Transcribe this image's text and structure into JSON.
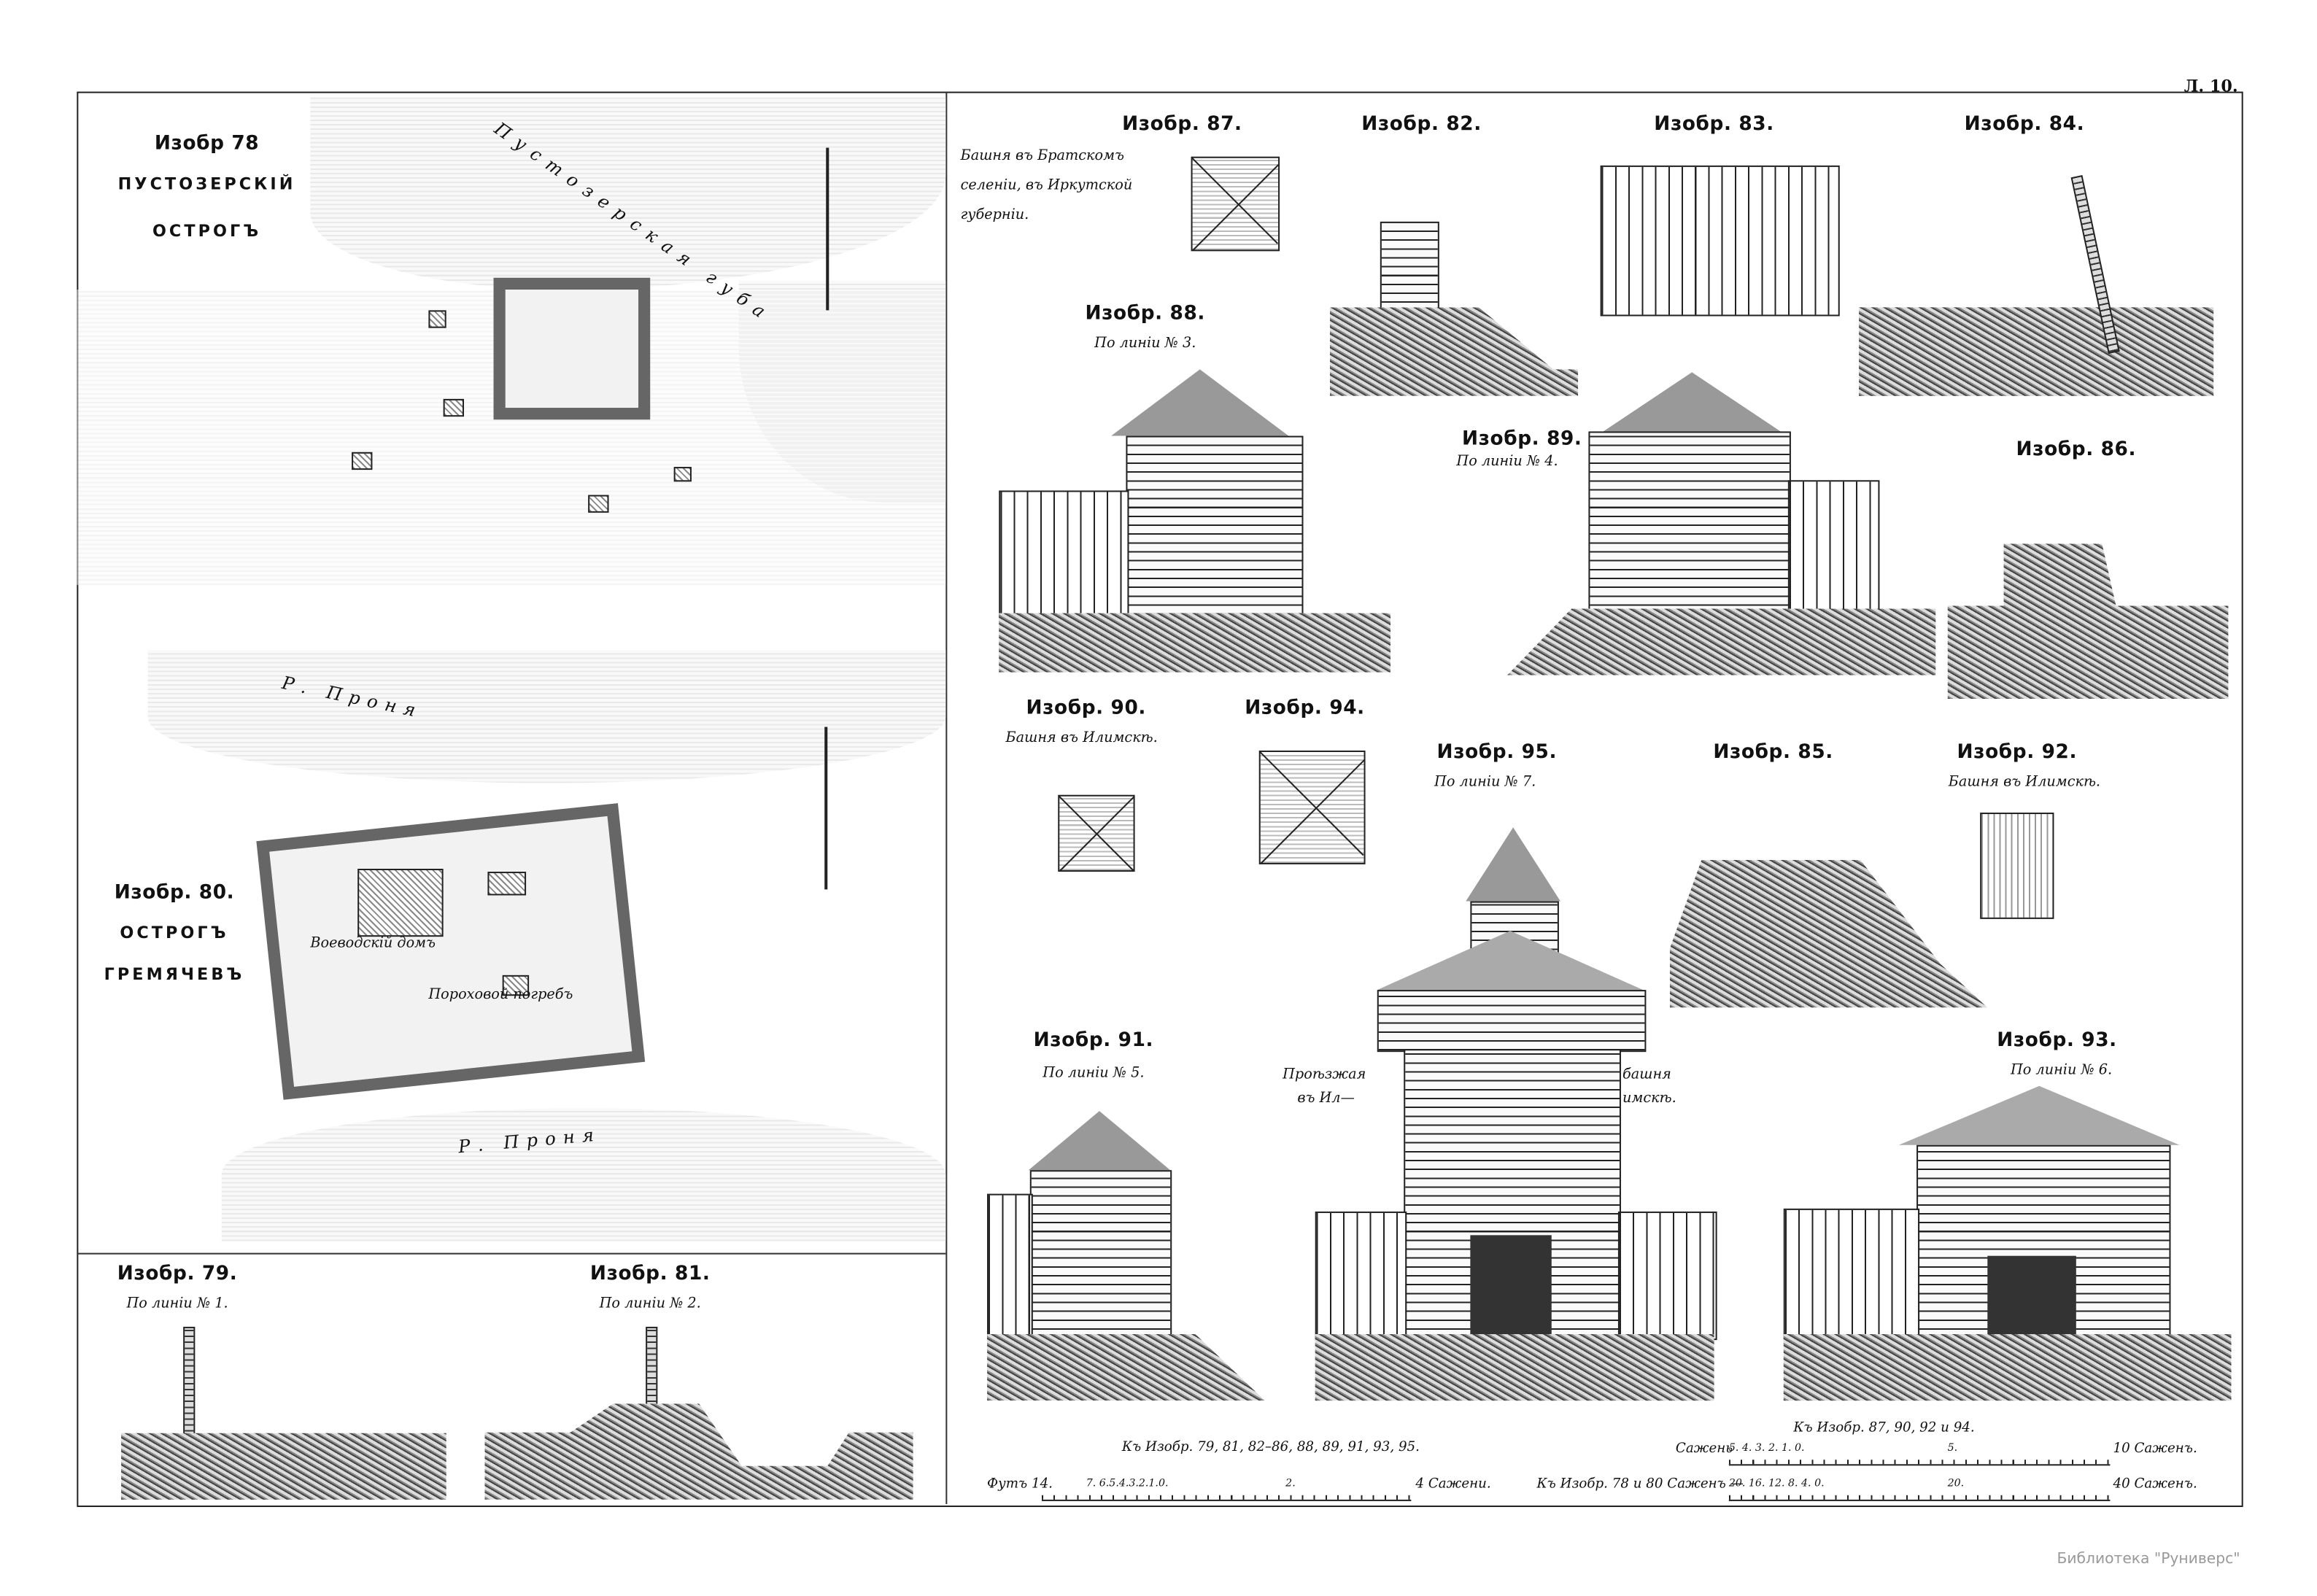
{
  "sheet_number": "Л. 10.",
  "watermark": "Библиотека \"Руниверс\"",
  "fig78": {
    "title": "Изобр 78",
    "subtitle1": "ПУСТОЗЕРСКІЙ",
    "subtitle2": "ОСТРОГЪ",
    "water_label": "Пустозерская губа"
  },
  "fig80": {
    "title": "Изобр. 80.",
    "subtitle1": "ОСТРОГЪ",
    "subtitle2": "ГРЕМЯЧЕВЪ",
    "house_label": "Воеводскій домъ",
    "powder_label": "Пороховой погребъ",
    "river_upper": "Р. Проня",
    "river_lower": "Р. Проня"
  },
  "fig79": {
    "title": "Изобр. 79.",
    "caption": "По линіи № 1."
  },
  "fig81": {
    "title": "Изобр. 81.",
    "caption": "По линіи № 2."
  },
  "fig87": {
    "title": "Изобр. 87.",
    "caption1": "Башня въ Братскомъ",
    "caption2": "селеніи, въ Иркутской",
    "caption3": "губерніи."
  },
  "fig82": {
    "title": "Изобр. 82."
  },
  "fig83": {
    "title": "Изобр. 83."
  },
  "fig84": {
    "title": "Изобр. 84."
  },
  "fig88": {
    "title": "Изобр. 88.",
    "caption": "По линіи № 3."
  },
  "fig89": {
    "title": "Изобр. 89.",
    "caption": "По линіи № 4."
  },
  "fig86": {
    "title": "Изобр. 86."
  },
  "fig90": {
    "title": "Изобр. 90.",
    "caption": "Башня въ Илимскѣ."
  },
  "fig94": {
    "title": "Изобр. 94."
  },
  "fig95": {
    "title": "Изобр. 95.",
    "caption": "По линіи № 7."
  },
  "fig85": {
    "title": "Изобр. 85."
  },
  "fig92": {
    "title": "Изобр. 92.",
    "caption": "Башня въ Илимскѣ."
  },
  "fig91": {
    "title": "Изобр. 91.",
    "caption": "По линіи № 5."
  },
  "fig_gate": {
    "caption1": "Проѣзжая",
    "caption2": "въ Ил—",
    "caption3": "башня",
    "caption4": "имскѣ."
  },
  "fig93": {
    "title": "Изобр. 93.",
    "caption": "По линіи № 6."
  },
  "scales": {
    "a_title": "Къ Изобр. 79, 81, 82–86, 88, 89, 91, 93, 95.",
    "a_left": "Футъ 14.",
    "a_ticks": "7. 6.5.4.3.2.1.0.",
    "a_mid": "2.",
    "a_right": "4 Сажени.",
    "b_title": "Къ Изобр. 87, 90, 92 и 94.",
    "b_left": "Сажень",
    "b_ticks": "5. 4. 3. 2. 1. 0.",
    "b_mid": "5.",
    "b_right": "10 Саженъ.",
    "c_left": "Къ Изобр. 78 и 80 Саженъ —",
    "c_ticks": "20. 16. 12. 8. 4. 0.",
    "c_mid": "20.",
    "c_right": "40 Саженъ."
  }
}
